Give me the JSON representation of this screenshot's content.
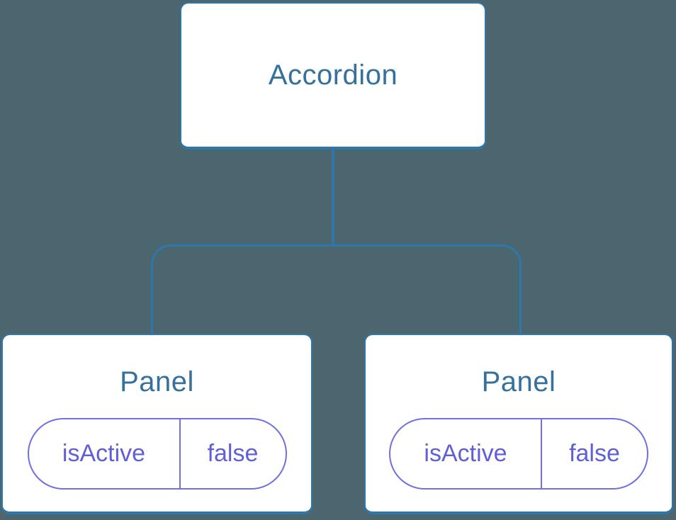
{
  "diagram": {
    "type": "component-state-tree",
    "root": {
      "label": "Accordion"
    },
    "children": [
      {
        "title": "Panel",
        "state": {
          "key": "isActive",
          "value": "false"
        }
      },
      {
        "title": "Panel",
        "state": {
          "key": "isActive",
          "value": "false"
        }
      }
    ],
    "colors": {
      "background": "#4C6670",
      "connector_stroke": "#2F76AB",
      "node_background": "#FFFFFF",
      "node_label_text": "#35719D",
      "state_pill_border": "#7070E0",
      "state_pill_text": "#5F5FD8"
    }
  }
}
